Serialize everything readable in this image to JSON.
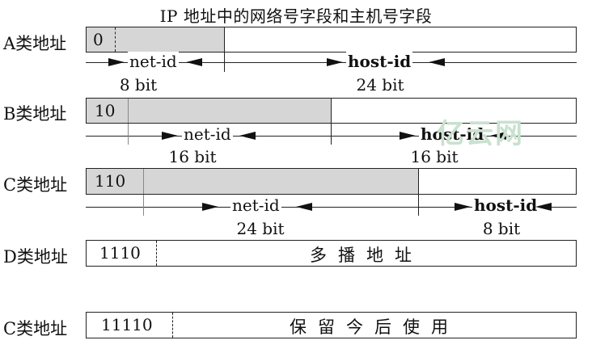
{
  "title": "IP 地址中的网络号字段和主机号字段",
  "watermark": "亿云网",
  "rows": [
    {
      "id": "a",
      "label": "A类地址",
      "prefix": "0",
      "net_label": "net-id",
      "host_label": "host-id",
      "net_bits": "8 bit",
      "host_bits": "24 bit"
    },
    {
      "id": "b",
      "label": "B类地址",
      "prefix": "10",
      "net_label": "net-id",
      "host_label": "host-id",
      "net_bits": "16 bit",
      "host_bits": "16 bit"
    },
    {
      "id": "c",
      "label": "C类地址",
      "prefix": "110",
      "net_label": "net-id",
      "host_label": "host-id",
      "net_bits": "24 bit",
      "host_bits": "8 bit"
    },
    {
      "id": "d",
      "label": "D类地址",
      "prefix": "1110",
      "body": "多播地址"
    },
    {
      "id": "e",
      "label": "C类地址",
      "prefix": "11110",
      "body": "保留今后使用"
    }
  ],
  "colors": {
    "net_fill": "#d6d6d6",
    "line": "#222222",
    "watermark": "#c9e1cf"
  }
}
